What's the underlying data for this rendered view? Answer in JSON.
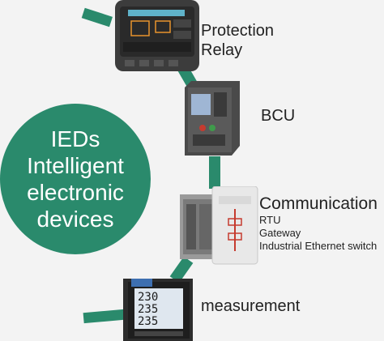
{
  "hub": {
    "lines": [
      "IEDs",
      "Intelligent",
      "electronic",
      "devices"
    ],
    "color": "#2a8a6c"
  },
  "devices": {
    "protection_relay": {
      "lines": [
        "Protection",
        "Relay"
      ]
    },
    "bcu": {
      "label": "BCU"
    },
    "communication": {
      "title": "Communication",
      "items": [
        "RTU",
        "Gateway",
        "Industrial Ethernet switch"
      ]
    },
    "measurement": {
      "label": "measurement",
      "display_values": [
        "230",
        "235",
        "235"
      ]
    }
  },
  "colors": {
    "accent": "#2a8a6c",
    "background": "#f3f3f3"
  }
}
